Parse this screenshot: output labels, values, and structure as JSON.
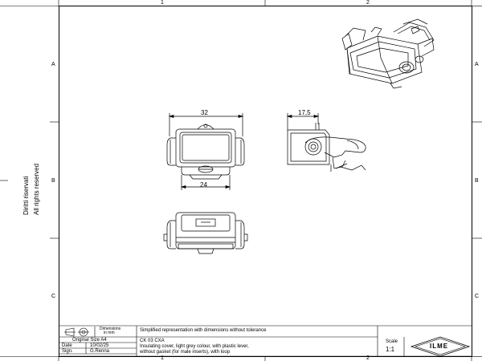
{
  "sheet": {
    "zones_top": [
      "1",
      "2"
    ],
    "zones_bottom": [
      "1",
      "2"
    ],
    "zones_left": [
      "A",
      "B",
      "C"
    ],
    "zones_right": [
      "A",
      "B",
      "C"
    ],
    "side_text_1": "All rights reserved",
    "side_text_2": "Diritti riservati"
  },
  "dimensions": {
    "front_width_top": "32",
    "front_width_bottom": "24",
    "side_depth": "17,5"
  },
  "title_block": {
    "units_label_1": "Dimensions",
    "units_label_2": "in mm",
    "note": "Simplified representation with dimensions without tolerance",
    "original_size": "Original Size A4",
    "date_label": "Date",
    "date_value": "10/02/25",
    "sign_label": "Sign.",
    "sign_value": "G.Renna",
    "code": "CK 03 CXA",
    "description": [
      "Insulating cover, light grey colour, with plastic lever,",
      "without gasket (for male inserts), with loop"
    ],
    "scale_label": "Scale",
    "scale_value": "1:1",
    "logo_text": "ILME"
  }
}
